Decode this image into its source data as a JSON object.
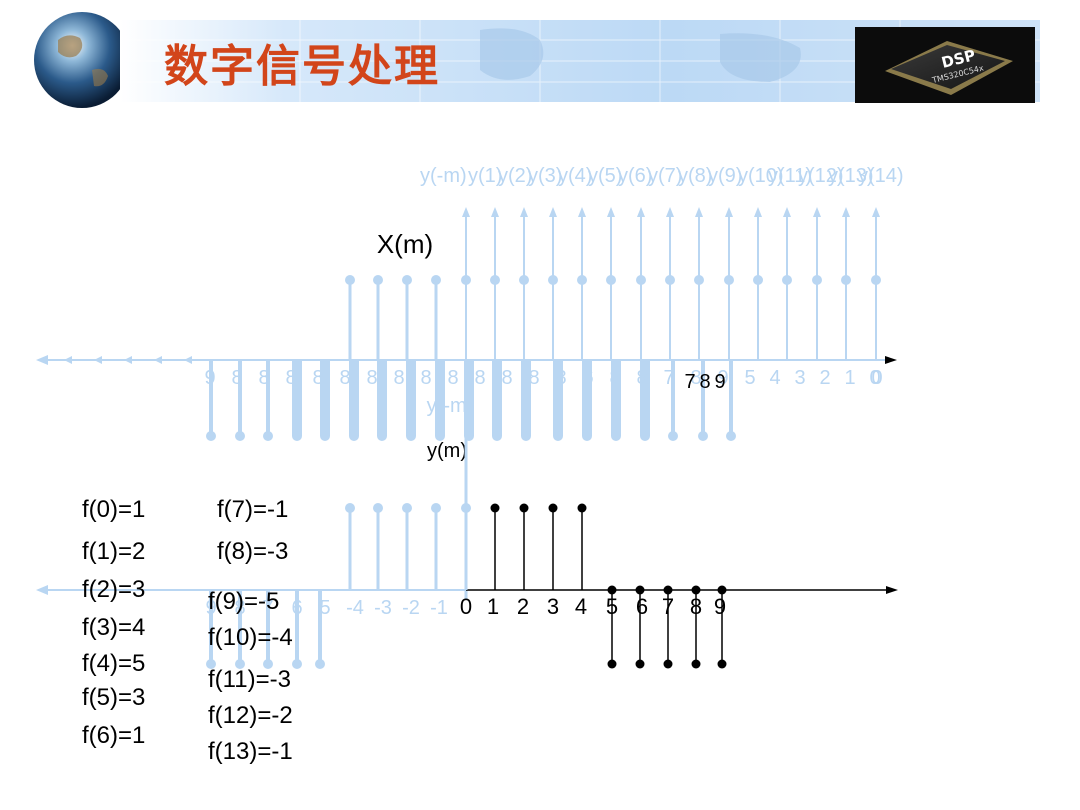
{
  "header": {
    "title": "数字信号处理",
    "chip_brand": "DSP",
    "chip_model": "TMS320C54x"
  },
  "labels": {
    "top_axis": "X(m)",
    "faded_top": "y(-m)",
    "reflect": "y(-m)",
    "mid": "y(m)"
  },
  "top_series": [
    "y(1)",
    "y(2)",
    "y(3)",
    "y(4)",
    "y(5)",
    "y(6)",
    "y(7)",
    "y(8)",
    "y(9)",
    "y(10)",
    "y(11)",
    "y(12)",
    "y(13)",
    "y(14)"
  ],
  "top_ticks": [
    "9",
    "8",
    "7",
    "6",
    "5",
    "4",
    "3",
    "2",
    "1",
    "0"
  ],
  "bottom_pos_ticks": [
    "0",
    "1",
    "2",
    "3",
    "4",
    "5",
    "6",
    "7",
    "8",
    "9"
  ],
  "bottom_neg_ticks": [
    "9",
    "8",
    "7",
    "6",
    "5",
    "-4",
    "-3",
    "-2",
    "-1"
  ],
  "f_left": [
    "f(0)=1",
    "f(1)=2",
    "f(2)=3",
    "f(3)=4",
    "f(4)=5",
    "f(5)=3",
    "f(6)=1"
  ],
  "f_right": [
    "f(7)=-1",
    "f(8)=-3",
    "f(9)=-5",
    "f(10)=-4",
    "f(11)=-3",
    "f(12)=-2",
    "f(13)=-1"
  ],
  "colors": {
    "faded": "#b9d6f2",
    "title": "#d2451a",
    "ink": "#000000"
  }
}
